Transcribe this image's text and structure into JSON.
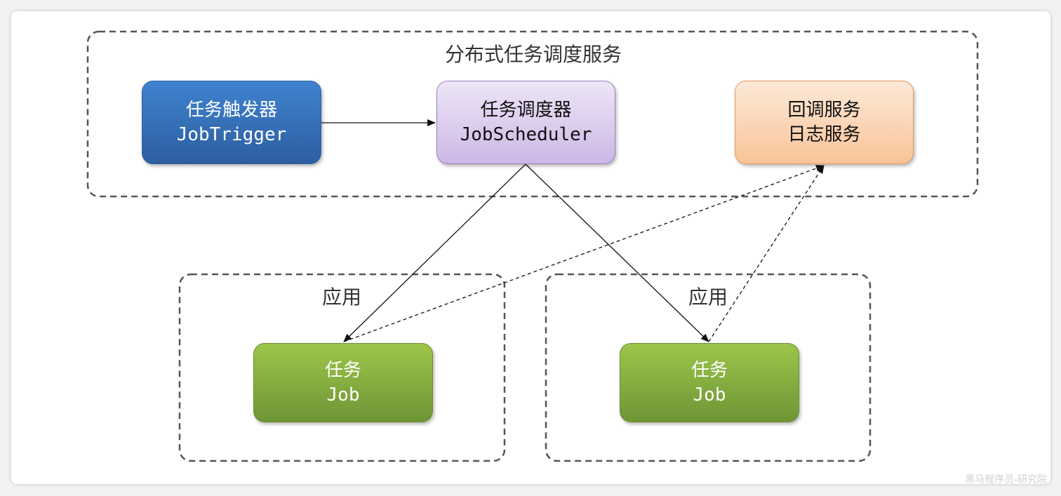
{
  "groups": {
    "service": {
      "label": "分布式任务调度服务"
    },
    "app_left": {
      "label": "应用"
    },
    "app_right": {
      "label": "应用"
    }
  },
  "nodes": {
    "trigger": {
      "line1": "任务触发器",
      "line2": "JobTrigger"
    },
    "scheduler": {
      "line1": "任务调度器",
      "line2": "JobScheduler"
    },
    "callback": {
      "line1": "回调服务",
      "line2": "日志服务"
    },
    "job_left": {
      "line1": "任务",
      "line2": "Job"
    },
    "job_right": {
      "line1": "任务",
      "line2": "Job"
    }
  },
  "watermark": "黑马程序员-研究院",
  "colors": {
    "trigger": "#2d5ea0",
    "scheduler": "#cdb8e6",
    "callback": "#f8c497",
    "job": "#6e9535",
    "dashed_border": "#555555"
  }
}
